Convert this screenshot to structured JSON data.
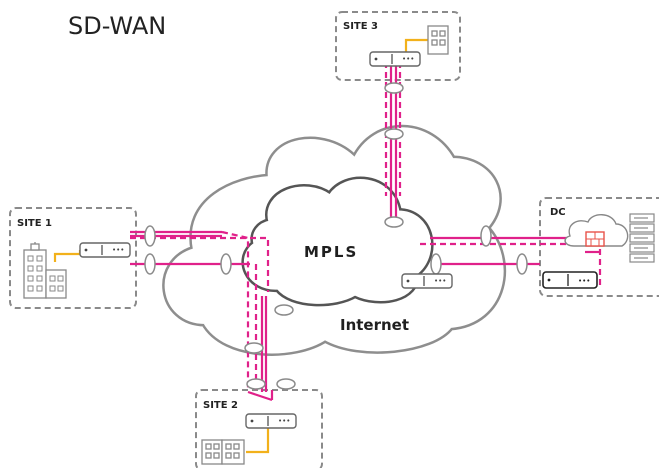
{
  "title": "SD-WAN",
  "networks": {
    "mpls_label": "MPLS",
    "internet_label": "Internet"
  },
  "sites": {
    "site1_label": "SITE 1",
    "site2_label": "SITE 2",
    "site3_label": "SITE 3",
    "dc_label": "DC"
  },
  "colors": {
    "tunnel": "#e0218a",
    "local_link": "#f2b11b",
    "cloud_outline": "#8e8e8e",
    "mpls_outline": "#555555",
    "site_border": "#8a8a8a",
    "firewall": "#e8534a"
  }
}
